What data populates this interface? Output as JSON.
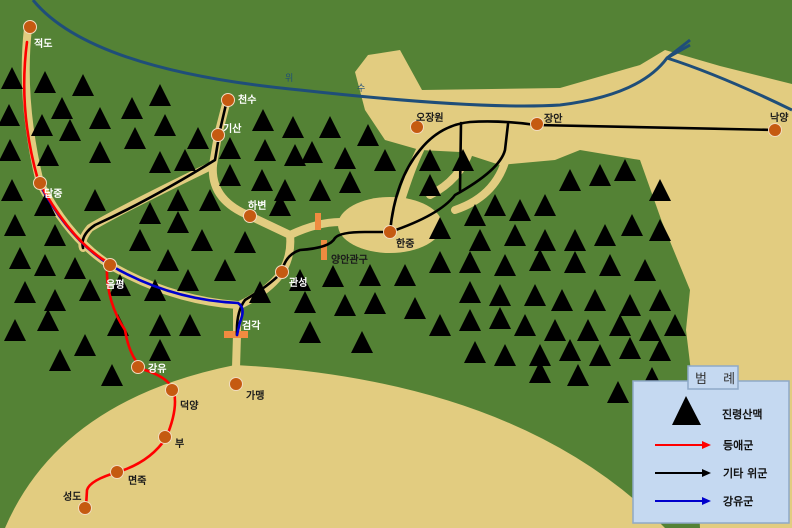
{
  "colors": {
    "land_green": "#548235",
    "plain_tan": "#e2cc80",
    "river": "#1f4e79",
    "city": "#c55a11",
    "pass": "#f08b40",
    "route_deng_ai": "#ff0000",
    "route_other_wei": "#000000",
    "route_jiang_wei": "#0000cc",
    "legend_bg": "#c5d9f1"
  },
  "river": {
    "label_1": "위",
    "label_2": "수"
  },
  "cities": {
    "jeokdo": "적도",
    "dapjung": "답중",
    "cheonsu": "천수",
    "gisan": "기산",
    "habyeon": "하변",
    "yanganggwan": "양안관구",
    "hanjung": "한중",
    "ojangwon": "오장원",
    "jangan": "장안",
    "nakyang": "낙양",
    "eumpyeong": "음평",
    "gwanseong": "관성",
    "geomgak": "검각",
    "gangyu": "강유",
    "gamaeng": "가맹",
    "deokyang": "덕양",
    "bu": "부",
    "myeonjuk": "면죽",
    "seongdo": "성도"
  },
  "legend": {
    "title": "범 례",
    "mountain": "진령산맥",
    "deng_ai": "등애군",
    "other_wei": "기타 위군",
    "jiang_wei": "강유군"
  }
}
